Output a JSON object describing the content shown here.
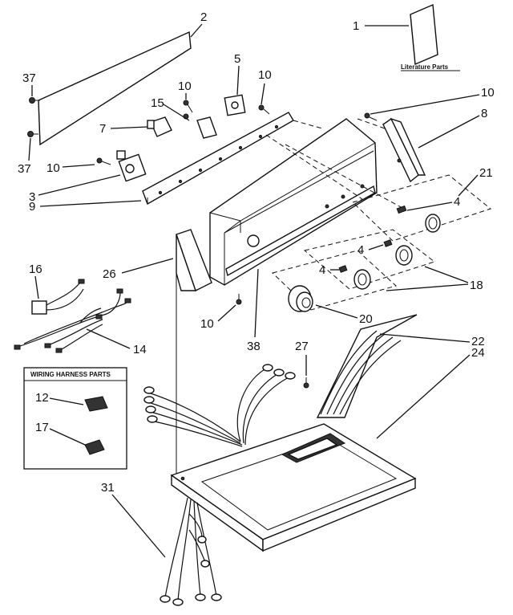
{
  "callouts": {
    "c1": "1",
    "c2": "2",
    "c37a": "37",
    "c37b": "37",
    "c10a": "10",
    "c10b": "10",
    "c10c": "10",
    "c10d": "10",
    "c10e": "10",
    "c5": "5",
    "c15": "15",
    "c7": "7",
    "c8": "8",
    "c3": "3",
    "c9": "9",
    "c21": "21",
    "c4a": "4",
    "c4b": "4",
    "c4c": "4",
    "c16": "16",
    "c26": "26",
    "c18": "18",
    "c20": "20",
    "c14": "14",
    "c38": "38",
    "c27": "27",
    "c22": "22",
    "c24": "24",
    "c12": "12",
    "c17": "17",
    "c31": "31"
  },
  "labels": {
    "literature_parts": "Literature Parts",
    "wiring_harness_parts": "WIRING HARNESS PARTS"
  }
}
